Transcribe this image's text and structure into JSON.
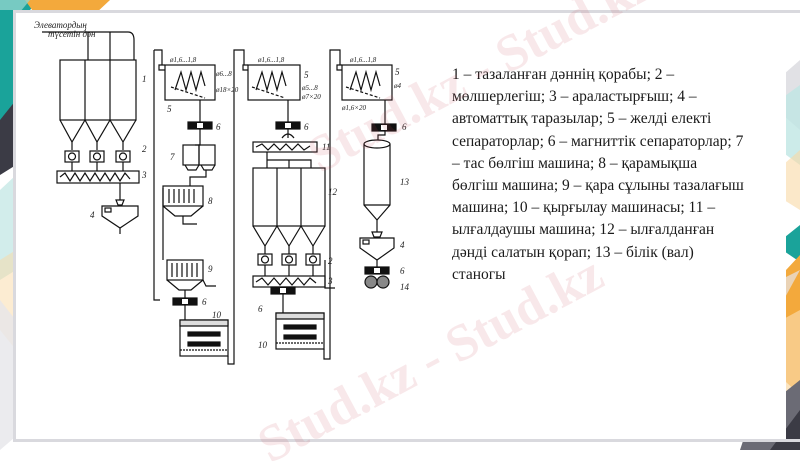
{
  "slide": {
    "watermark_text": "Stud.kz - Stud.kz",
    "colors": {
      "teal": "#1aa39a",
      "orange": "#f3a93c",
      "light_orange": "#f9d9a5",
      "dark_gray": "#3b3b45",
      "light_gray": "#d9d9de",
      "light_teal": "#bfe6e3"
    }
  },
  "diagram": {
    "source_label_line1": "Элеватордың",
    "source_label_line2": "түсетін дән",
    "annotations": {
      "sieve_a": "ø1,6...1,8",
      "sieve_b": "ø6...8",
      "sieve_c": "ø18×20",
      "sieve_d": "ø1,6...1,8",
      "sieve_e": "ø5...8",
      "sieve_f": "ø7×20",
      "sieve_g": "ø1,6...1,8",
      "sieve_h": "ø4",
      "sieve_i": "ø1,6×20"
    },
    "numbers": [
      "1",
      "2",
      "3",
      "4",
      "5",
      "5",
      "5",
      "6",
      "6",
      "6",
      "6",
      "6",
      "7",
      "8",
      "9",
      "10",
      "10",
      "11",
      "12",
      "2",
      "3",
      "13",
      "4",
      "14"
    ]
  },
  "legend": {
    "text": " 1 – тазаланған дәннің қорабы; 2 – мөлшерлегіш; 3 – араластырғыш; 4 – автоматтық таразылар; 5 – желді електі сепараторлар; 6 – магниттік сепараторлар; 7 – тас бөлгіш машина; 8 – қарамықша бөлгіш машина; 9 – қара сұлыны тазалағыш машина; 10 – қырғылау машинасы; 11 – ылғалдаушы машина; 12 – ылғалданған дәнді салатын қорап; 13 – білік (вал) станогы"
  }
}
